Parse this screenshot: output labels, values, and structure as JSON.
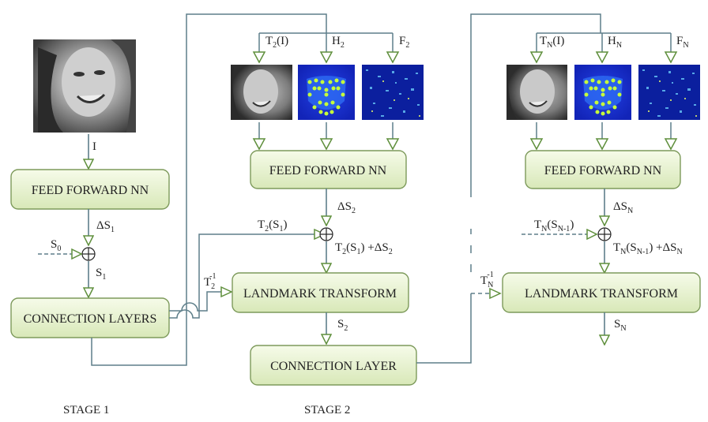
{
  "images": {
    "face_icon": "face-photo",
    "heatmap_icon": "landmark-heatmap",
    "feature_icon": "feature-map"
  },
  "colors": {
    "line": "#5e7f8a",
    "arrow_fill": "#ffffff",
    "arrow_stroke": "#5f8f3c",
    "box_top": "#f6fbe9",
    "box_bottom": "#d8e8b8",
    "box_stroke": "#7d9a5b",
    "heatmap_bg": "#1a2fd0",
    "heatmap_points": "#c6ff3a"
  },
  "stage1": {
    "input_label": "I",
    "ffnn_label": "FEED FORWARD NN",
    "delta_label": "ΔS",
    "delta_sub": "1",
    "s0_label": "S",
    "s0_sub": "0",
    "s1_label": "S",
    "s1_sub": "1",
    "connection_label": "CONNECTION LAYERS",
    "stage_caption": "STAGE 1"
  },
  "stage2": {
    "t_label": "T",
    "t_sub": "2",
    "t_tail": "(I)",
    "h_label": "H",
    "h_sub": "2",
    "f_label": "F",
    "f_sub": "2",
    "ffnn_label": "FEED FORWARD NN",
    "delta_label": "ΔS",
    "delta_sub": "2",
    "ts_label": "T",
    "ts_sub": "2",
    "ts_tail": "(S",
    "ts_tail_sub": "1",
    "ts_tail_end": ")",
    "sum_label": "T",
    "sum_sub": "2",
    "sum_mid": "(S",
    "sum_mid_sub": "1",
    "sum_tail": ") +ΔS",
    "sum_tail_sub": "2",
    "tinv_label": "T",
    "tinv_sub": "2",
    "tinv_sup": "-1",
    "landmark_label": "LANDMARK TRANSFORM",
    "s2_label": "S",
    "s2_sub": "2",
    "connection_label": "CONNECTION LAYER",
    "stage_caption": "STAGE 2"
  },
  "stageN": {
    "t_label": "T",
    "t_sub": "N",
    "t_tail": "(I)",
    "h_label": "H",
    "h_sub": "N",
    "f_label": "F",
    "f_sub": "N",
    "ffnn_label": "FEED FORWARD NN",
    "delta_label": "ΔS",
    "delta_sub": "N",
    "ts_label": "T",
    "ts_sub": "N",
    "ts_tail": "(S",
    "ts_tail_sub": "N-1",
    "ts_tail_end": ")",
    "sum_label": "T",
    "sum_sub": "N",
    "sum_mid": "(S",
    "sum_mid_sub": "N-1",
    "sum_tail": ") +ΔS",
    "sum_tail_sub": "N",
    "tinv_label": "T",
    "tinv_sub": "N",
    "tinv_sup": "-1",
    "landmark_label": "LANDMARK TRANSFORM",
    "sn_label": "S",
    "sn_sub": "N"
  }
}
